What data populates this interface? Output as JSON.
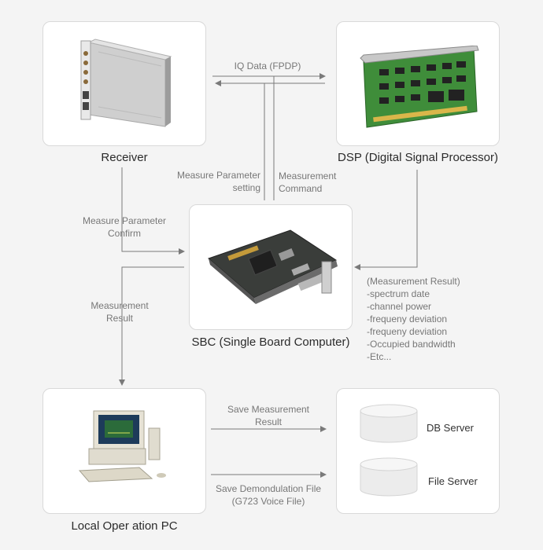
{
  "nodes": {
    "receiver": {
      "title": "Receiver"
    },
    "dsp": {
      "title": "DSP (Digital Signal Processor)"
    },
    "sbc": {
      "title": "SBC (Single Board Computer)"
    },
    "pc": {
      "title": "Local Oper ation PC"
    },
    "db_server": {
      "label": "DB Server"
    },
    "file_server": {
      "label": "File Server"
    }
  },
  "edges": {
    "iq_data": "IQ Data (FPDP)",
    "measure_param_setting": [
      "Measure Parameter",
      "setting"
    ],
    "measurement_command": [
      "Measurement",
      "Command"
    ],
    "measure_param_confirm": [
      "Measure Parameter",
      "Confirm"
    ],
    "measurement_result": [
      "Measurement",
      "Result"
    ],
    "save_measurement_result": [
      "Save Measurement",
      "Result"
    ],
    "save_demodulation_file": [
      "Save Demondulation File",
      "(G723 Voice File)"
    ]
  },
  "measurement_result_list": [
    "(Measurement Result)",
    "-spectrum date",
    "-channel power",
    "-frequeny deviation",
    "-frequeny deviation",
    "-Occupied bandwidth",
    "-Etc..."
  ],
  "colors": {
    "line": "#7a7a7a",
    "box_border": "#d9d9d9",
    "background": "#f4f4f4"
  }
}
